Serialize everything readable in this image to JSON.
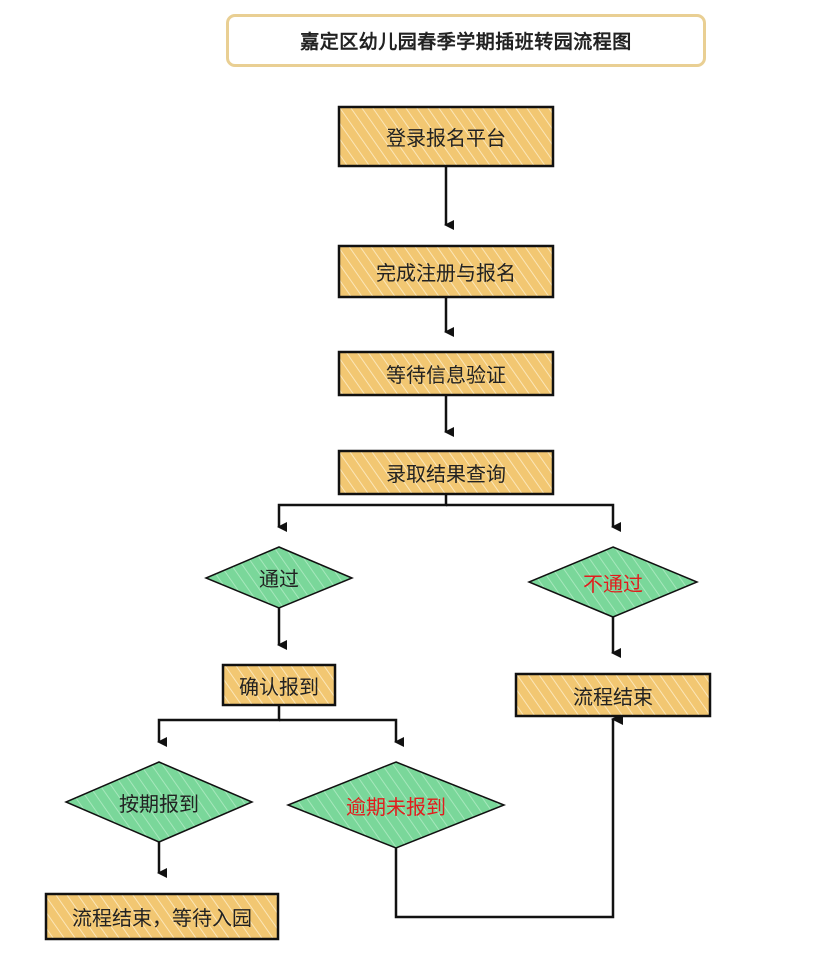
{
  "title": "嘉定区幼儿园春季学期插班转园流程图",
  "steps": {
    "login": "登录报名平台",
    "register": "完成注册与报名",
    "wait_verify": "等待信息验证",
    "query": "录取结果查询",
    "pass": "通过",
    "fail": "不通过",
    "confirm": "确认报到",
    "end_fail": "流程结束",
    "on_time": "按期报到",
    "overdue": "逾期未报到",
    "end_wait": "流程结束，等待入园"
  },
  "colors": {
    "box_fill": "#f2c772",
    "diamond_fill": "#7ad79a",
    "line": "#111111",
    "title_border": "#e9cf93",
    "warn_text": "#e11d1d"
  }
}
